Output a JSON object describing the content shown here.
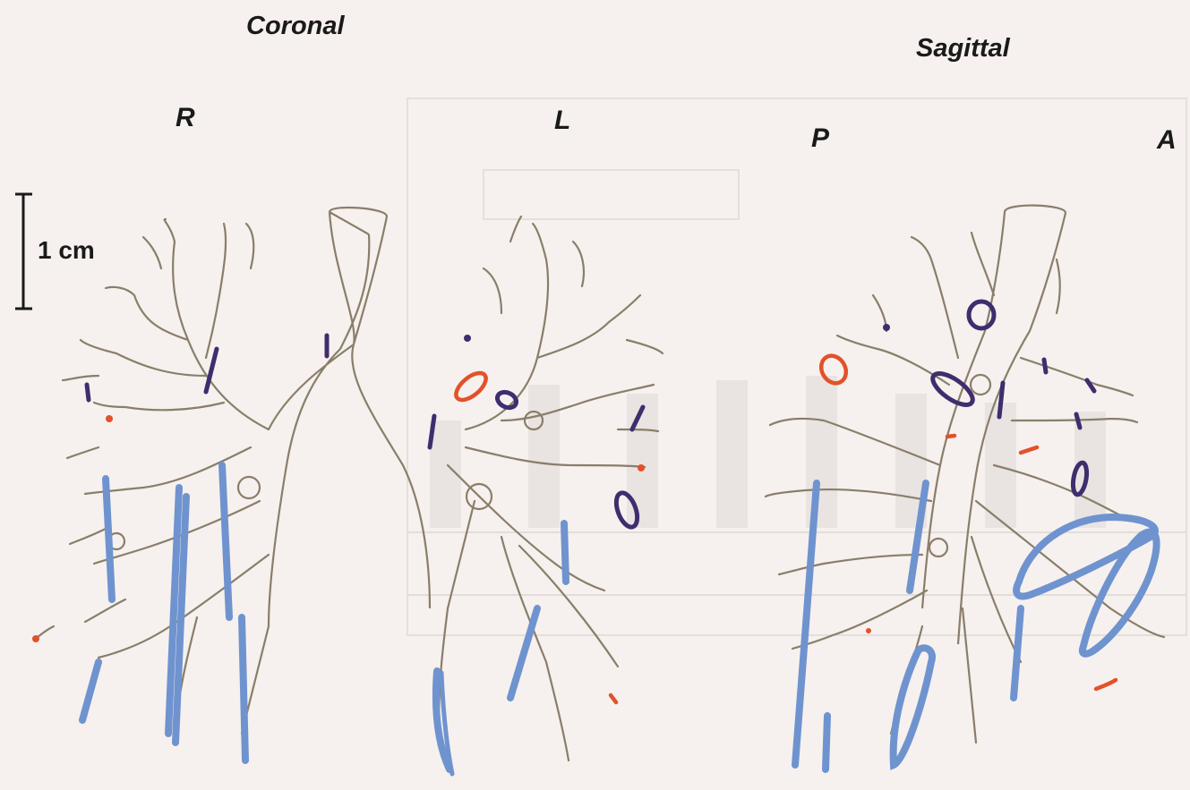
{
  "figure": {
    "coronal_title": "Coronal",
    "sagittal_title": "Sagittal",
    "labels": {
      "right": "R",
      "left": "L",
      "posterior": "P",
      "anterior": "A"
    },
    "scale_bar": "1 cm"
  },
  "colors": {
    "airway": "#8a7e6a",
    "trace_blue": "#6f93cf",
    "trace_purple": "#3f2d6e",
    "trace_red": "#e3512a",
    "background": "#f6f1ee"
  }
}
